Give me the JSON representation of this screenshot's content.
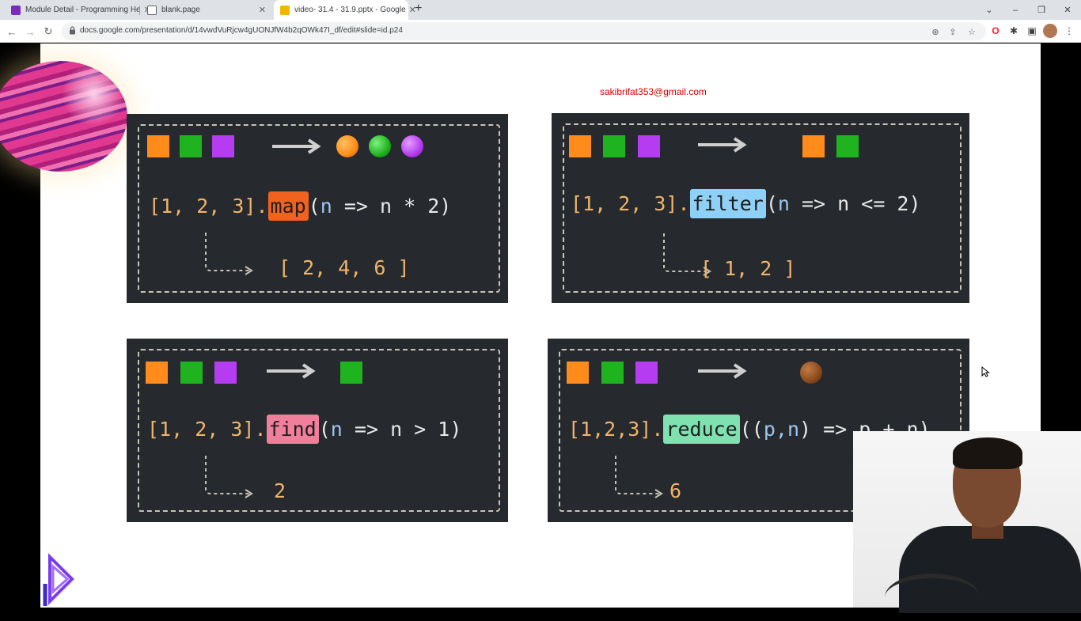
{
  "browser": {
    "tabs": [
      {
        "title": "Module Detail - Programming He",
        "favicon_color": "#7b2cbf",
        "active": false
      },
      {
        "title": "blank.page",
        "favicon_color": "#5f6368",
        "active": false
      },
      {
        "title": "video- 31.4 - 31.9.pptx - Google",
        "favicon_color": "#f4b400",
        "active": true
      }
    ],
    "close_glyph": "✕",
    "new_tab_glyph": "+",
    "window_controls": {
      "menu": "⌄",
      "minimize": "–",
      "maximize": "❐",
      "close": "✕"
    },
    "url": "docs.google.com/presentation/d/14vwdVuRjcw4gUONJfW4b2qOWk47I_df/edit#slide=id.p24",
    "nav": {
      "back": "←",
      "forward": "→",
      "reload": "↻"
    },
    "omnibox_icons": {
      "zoom": "⊕",
      "share": "⇪",
      "bookmark": "☆"
    },
    "toolbar_icons": {
      "opera": "O",
      "extensions": "✱",
      "sidebar": "▣",
      "menu": "⋮"
    }
  },
  "slide": {
    "email": "sakibrifat353@gmail.com",
    "colors": {
      "panel_bg": "#262a2e",
      "orange": "#ff8c1a",
      "green": "#1fb31f",
      "purple": "#b53cf0",
      "brown": "#8a4a1e",
      "map_hl": "#f2621f",
      "filter_hl": "#8fd0f7",
      "find_hl": "#ef7f9a",
      "reduce_hl": "#7fe0b0"
    },
    "panels": [
      {
        "id": "map",
        "inputs": [
          "orange",
          "green",
          "purple"
        ],
        "outputs": [
          "orange-ball",
          "green-ball",
          "purple-ball"
        ],
        "code_prefix": "[1, 2, 3].",
        "method": "map",
        "code_open": "(",
        "param": "n",
        "arrow": " => ",
        "body": "n * 2",
        "code_close": ")",
        "result": "[ 2, 4, 6 ]"
      },
      {
        "id": "filter",
        "inputs": [
          "orange",
          "green",
          "purple"
        ],
        "outputs": [
          "orange",
          "green"
        ],
        "code_prefix": "[1, 2, 3].",
        "method": "filter",
        "code_open": "(",
        "param": "n",
        "arrow": " => ",
        "body": "n <= 2",
        "code_close": ")",
        "result": "[ 1, 2 ]"
      },
      {
        "id": "find",
        "inputs": [
          "orange",
          "green",
          "purple"
        ],
        "outputs": [
          "green"
        ],
        "code_prefix": "[1, 2, 3].",
        "method": "find",
        "code_open": "(",
        "param": "n",
        "arrow": " => ",
        "body": "n > 1",
        "code_close": ")",
        "result": "2"
      },
      {
        "id": "reduce",
        "inputs": [
          "orange",
          "green",
          "purple"
        ],
        "outputs": [
          "brown-ball"
        ],
        "code_prefix": "[1,2,3].",
        "method": "reduce",
        "code_open": "((",
        "param": "p,n",
        "arrow": ") => ",
        "body": "p + n",
        "code_close": ")",
        "result": "6"
      }
    ]
  }
}
